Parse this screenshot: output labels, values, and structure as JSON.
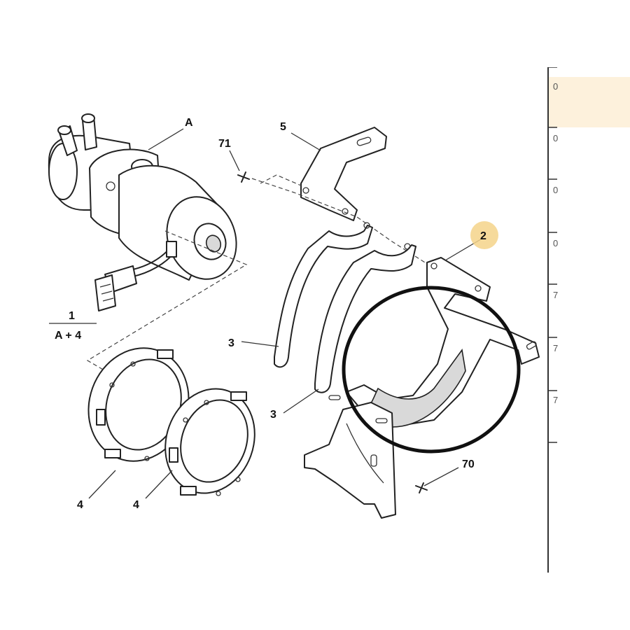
{
  "callouts": {
    "a": "A",
    "five": "5",
    "seventy_one": "71",
    "two": "2",
    "one": "1",
    "a_plus_4": "A + 4",
    "three_upper": "3",
    "three_lower": "3",
    "four_left": "4",
    "four_right": "4",
    "seventy": "70"
  },
  "colors": {
    "highlight_badge": "#f5d38a",
    "side_panel_highlight": "#fdf1dc",
    "outline": "#222222",
    "circle_marker": "#111111"
  },
  "side_panel": {
    "row_marks": [
      "0",
      "0",
      "0",
      "0",
      "7",
      "7",
      "7"
    ]
  }
}
